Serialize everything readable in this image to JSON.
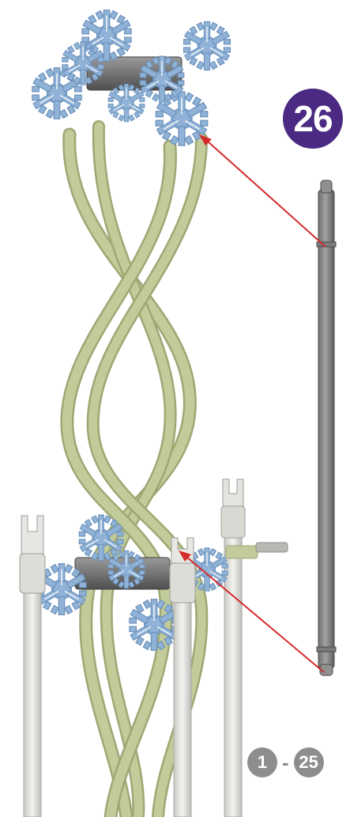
{
  "step": {
    "number": "26",
    "color": "#4a2a82"
  },
  "previous_steps": {
    "from": "1",
    "separator": "-",
    "to": "25",
    "color": "#8d8d8d"
  },
  "colors": {
    "snowflake_fill": "#8fb2d6",
    "snowflake_shadow": "#6a90bc",
    "tube": "#c2cc9a",
    "tube_dark": "#9da874",
    "hub": "#6e6e6e",
    "rod": "#8a8a8a",
    "rod_dark": "#5f5f5f",
    "white_rod": "#e4e4e0",
    "arrow": "#d42a2a"
  },
  "parts": {
    "new_part": "grey-rod",
    "arrow_count": 2
  }
}
